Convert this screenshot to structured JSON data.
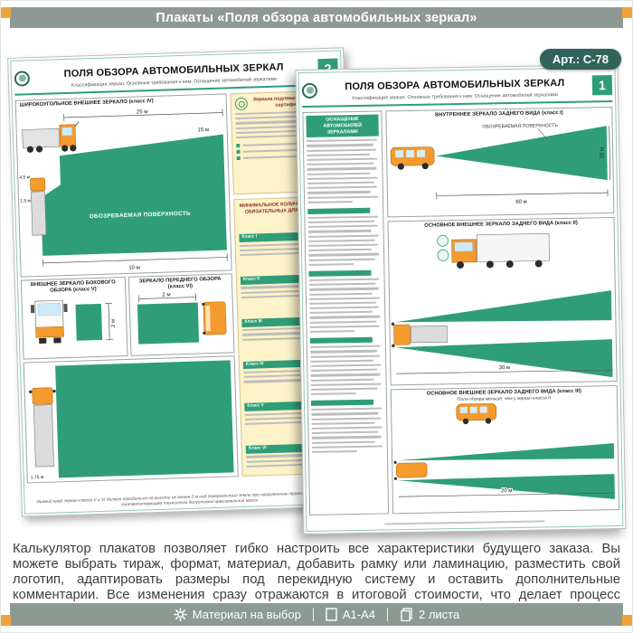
{
  "header": {
    "title": "Плакаты «Поля обзора автомобильных зеркал»"
  },
  "badge": {
    "label": "Арт.: С-78"
  },
  "poster_common": {
    "title": "ПОЛЯ ОБЗОРА АВТОМОБИЛЬНЫХ ЗЕРКАЛ",
    "subtitle": "Классификация зеркал. Основные требования к ним. Оснащение автомобилей зеркалами",
    "surface_label": "ОБОЗРЕВАЕМАЯ ПОВЕРХНОСТЬ"
  },
  "poster2": {
    "number": "2",
    "panel_iv_title": "ШИРОКОУГОЛЬНОЕ ВНЕШНЕЕ ЗЕРКАЛО (класс IV)",
    "panel_v_title": "ВНЕШНЕЕ ЗЕРКАЛО БОКОВОГО ОБЗОРА (класс V)",
    "panel_vi_title": "ЗЕРКАЛО ПЕРЕДНЕГО ОБЗОРА (класс VI)",
    "dims": {
      "top": "25 м",
      "right": "15 м",
      "left_a": "4,5 м",
      "left_b": "1,5 м",
      "bottom": "10 м",
      "v": "2 м",
      "vi": "2 м",
      "low": "1,75 м"
    },
    "cert_title": "Зеркала подлежат обязательной сертификации",
    "min_title": "МИНИМАЛЬНОЕ КОЛИЧЕСТВО ЗЕРКАЛ, ОБЯЗАТЕЛЬНЫХ ДЛЯ УСТАНОВКИ:",
    "classes": [
      {
        "label": "Класс I"
      },
      {
        "label": "Класс II"
      },
      {
        "label": "Класс III"
      },
      {
        "label": "Класс IV"
      },
      {
        "label": "Класс V"
      },
      {
        "label": "Класс VI"
      }
    ],
    "footnote": "Нижний край зеркал класса V и VI должен находиться на высоте не менее 2 м над поверхностью земли при нагруженном транспортном средстве, соответствующем технически допустимой максимальной массе"
  },
  "poster1": {
    "number": "1",
    "sidebar_title": "ОСНАЩЕНИЕ АВТОМОБИЛЕЙ ЗЕРКАЛАМИ",
    "panel_i_title": "ВНУТРЕННЕЕ ЗЕРКАЛО ЗАДНЕГО ВИДА (класс I)",
    "panel_ii_title": "ОСНОВНОЕ ВНЕШНЕЕ ЗЕРКАЛО ЗАДНЕГО ВИДА (класс II)",
    "panel_iii_title": "ОСНОВНОЕ ВНЕШНЕЕ ЗЕРКАЛО ЗАДНЕГО ВИДА (класс III)",
    "panel_iii_sub": "Поля обзора меньше, чем у зеркал класса II",
    "dims": {
      "i_width": "60 м",
      "i_depth": "20 м",
      "ii": "30 м",
      "iii": "20 м"
    }
  },
  "description": {
    "text": "Калькулятор плакатов позволяет гибко настроить все характеристики будущего заказа. Вы можете выбрать тираж, формат, материал, добавить рамку или ламинацию, разместить свой логотип, адаптировать размеры под перекидную систему и оставить дополнительные комментарии. Все изменения сразу отражаются в итоговой стоимости, что делает процесс заказа быстрым и прозрачным"
  },
  "footer": {
    "items": [
      {
        "label": "Материал на выбор",
        "icon": "gear-icon"
      },
      {
        "label": "А1-А4",
        "icon": "page-format-icon"
      },
      {
        "label": "2 листа",
        "icon": "sheets-icon"
      }
    ]
  },
  "colors": {
    "bar": "#8d9a94",
    "corner_orange": "#f0a33a",
    "poster_green": "#2f9e78",
    "vehicle_orange": "#f59b2d",
    "note_yellow": "#fdf2c8",
    "badge_teal": "#31635a"
  }
}
